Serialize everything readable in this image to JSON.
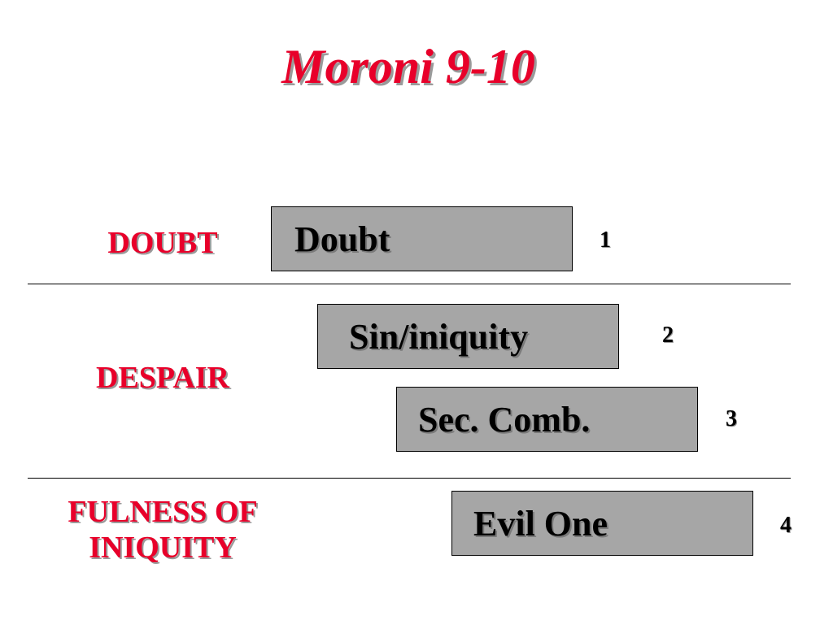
{
  "slide": {
    "title": "Moroni 9-10",
    "categories": [
      {
        "lines": [
          "DOUBT"
        ]
      },
      {
        "lines": [
          "DESPAIR"
        ]
      },
      {
        "lines": [
          "FULNESS OF",
          "INIQUITY"
        ]
      }
    ],
    "steps": [
      {
        "label": "Doubt",
        "number": "1"
      },
      {
        "label": "Sin/iniquity",
        "number": "2"
      },
      {
        "label": "Sec. Comb.",
        "number": "3"
      },
      {
        "label": "Evil One",
        "number": "4"
      }
    ]
  },
  "colors": {
    "title": "#e8002a",
    "category": "#e8002a",
    "box_fill": "#a6a6a6",
    "box_border": "#000000",
    "divider": "#000000"
  }
}
